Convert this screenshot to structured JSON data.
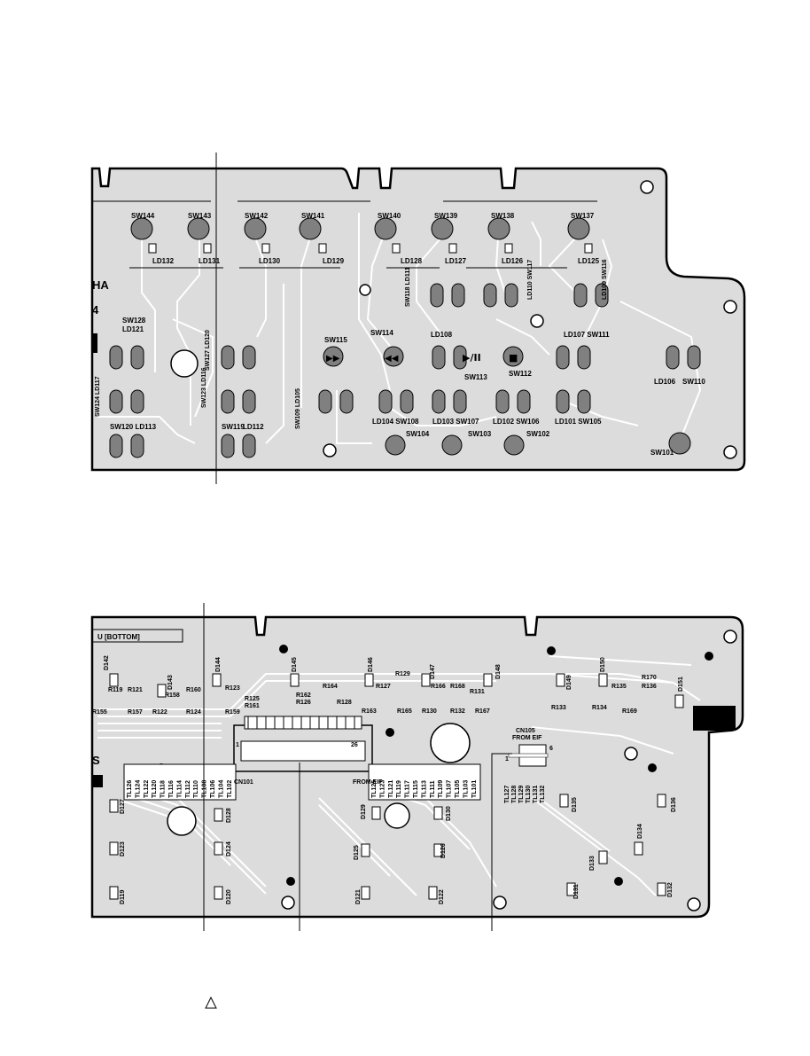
{
  "colors": {
    "board": "#dcdcdc",
    "trace": "#ffffff",
    "ink": "#000000",
    "pad": "#808080"
  },
  "top_board": {
    "brand_fragment": "HA",
    "number_fragment": "4",
    "switches": [
      {
        "label": "SW144"
      },
      {
        "label": "SW143"
      },
      {
        "label": "SW142"
      },
      {
        "label": "SW141"
      },
      {
        "label": "SW140"
      },
      {
        "label": "SW139"
      },
      {
        "label": "SW138"
      },
      {
        "label": "SW137"
      }
    ],
    "leds_top": [
      {
        "label": "LD132"
      },
      {
        "label": "LD131"
      },
      {
        "label": "LD130"
      },
      {
        "label": "LD129"
      },
      {
        "label": "LD128"
      },
      {
        "label": "LD127"
      },
      {
        "label": "LD126"
      },
      {
        "label": "LD125"
      }
    ],
    "rotated_labels": [
      {
        "label": "SW118 LD111"
      },
      {
        "label": "LD110 SW117"
      },
      {
        "label": "LD109 SW116"
      },
      {
        "label": "SW127 LD120"
      },
      {
        "label": "SW123 LD116"
      },
      {
        "label": "SW124 LD117"
      },
      {
        "label": "SW109 LD105"
      }
    ],
    "misc_labels": [
      {
        "label": "SW128"
      },
      {
        "label": "LD121"
      },
      {
        "label": "SW115"
      },
      {
        "label": "SW114"
      },
      {
        "label": "LD108"
      },
      {
        "label": "LD107 SW111"
      },
      {
        "label": "SW112"
      },
      {
        "label": "SW113"
      },
      {
        "label": "LD106"
      },
      {
        "label": "SW110"
      },
      {
        "label": "SW120 LD113"
      },
      {
        "label": "SW119"
      },
      {
        "label": "LD112"
      },
      {
        "label": "LD104 SW108"
      },
      {
        "label": "LD103 SW107"
      },
      {
        "label": "LD102 SW106"
      },
      {
        "label": "LD101 SW105"
      },
      {
        "label": "SW104"
      },
      {
        "label": "SW103"
      },
      {
        "label": "SW102"
      },
      {
        "label": "SW101"
      }
    ],
    "symbols": {
      "ff": "▶▶",
      "rew": "◀◀",
      "play": "▶/II",
      "stop": "■"
    }
  },
  "bottom_board": {
    "side_label": "U [BOTTOM]",
    "diodes": [
      {
        "label": "D142"
      },
      {
        "label": "D143"
      },
      {
        "label": "D144"
      },
      {
        "label": "D145"
      },
      {
        "label": "D146"
      },
      {
        "label": "D147"
      },
      {
        "label": "D148"
      },
      {
        "label": "D149"
      },
      {
        "label": "D150"
      },
      {
        "label": "D151"
      },
      {
        "label": "D127"
      },
      {
        "label": "D128"
      },
      {
        "label": "D129"
      },
      {
        "label": "D130"
      },
      {
        "label": "D123"
      },
      {
        "label": "D124"
      },
      {
        "label": "D125"
      },
      {
        "label": "D126"
      },
      {
        "label": "D119"
      },
      {
        "label": "D120"
      },
      {
        "label": "D121"
      },
      {
        "label": "D122"
      },
      {
        "label": "D135"
      },
      {
        "label": "D136"
      },
      {
        "label": "D133"
      },
      {
        "label": "D134"
      },
      {
        "label": "D131"
      },
      {
        "label": "D132"
      }
    ],
    "resistors": [
      {
        "label": "R119"
      },
      {
        "label": "R121"
      },
      {
        "label": "R158"
      },
      {
        "label": "R160"
      },
      {
        "label": "R123"
      },
      {
        "label": "R155"
      },
      {
        "label": "R157"
      },
      {
        "label": "R122"
      },
      {
        "label": "R124"
      },
      {
        "label": "R159"
      },
      {
        "label": "R125"
      },
      {
        "label": "R161"
      },
      {
        "label": "R162"
      },
      {
        "label": "R126"
      },
      {
        "label": "R164"
      },
      {
        "label": "R128"
      },
      {
        "label": "R129"
      },
      {
        "label": "R127"
      },
      {
        "label": "R166"
      },
      {
        "label": "R168"
      },
      {
        "label": "R163"
      },
      {
        "label": "R165"
      },
      {
        "label": "R130"
      },
      {
        "label": "R132"
      },
      {
        "label": "R167"
      },
      {
        "label": "R131"
      },
      {
        "label": "R133"
      },
      {
        "label": "R135"
      },
      {
        "label": "R136"
      },
      {
        "label": "R170"
      },
      {
        "label": "R134"
      },
      {
        "label": "R169"
      }
    ],
    "cn101": {
      "label": "CN101",
      "pin1": "1",
      "pin26": "26",
      "from": "FROM EIF"
    },
    "cn105": {
      "label": "CN105",
      "from": "FROM EIF",
      "pin1": "1",
      "pin6": "6"
    },
    "tl_left": [
      "TL126",
      "TL124",
      "TL122",
      "TL120",
      "TL118",
      "TL116",
      "TL114",
      "TL112",
      "TL110",
      "TL108",
      "TL106",
      "TL104",
      "TL102"
    ],
    "tl_right": [
      "TL125",
      "TL123",
      "TL121",
      "TL119",
      "TL117",
      "TL115",
      "TL113",
      "TL111",
      "TL109",
      "TL107",
      "TL105",
      "TL103",
      "TL101"
    ],
    "tl_cn105": [
      "TL127",
      "TL128",
      "TL129",
      "TL130",
      "TL131",
      "TL132"
    ],
    "fragment_s": "S"
  }
}
